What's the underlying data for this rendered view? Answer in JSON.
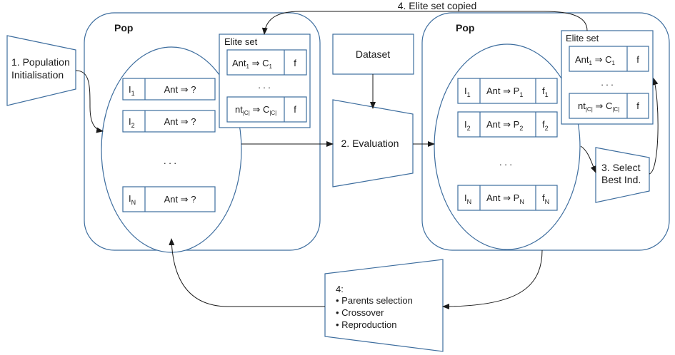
{
  "steps": {
    "init_line1": "1. Population",
    "init_line2": "Initialisation",
    "evaluation": "2. Evaluation",
    "select_line1": "3. Select",
    "select_line2": "Best Ind.",
    "elite_copied": "4. Elite set copied",
    "repro_title": "4:",
    "repro_items": [
      "Parents selection",
      "Crossover",
      "Reproduction"
    ]
  },
  "dataset": "Dataset",
  "left_pop": {
    "title": "Pop",
    "elite_title": "Elite set",
    "elite_rows": [
      {
        "ant": "Ant",
        "ant_sub": "1",
        "arrow": "⇒",
        "cls": "C",
        "cls_sub": "1",
        "f": "f"
      },
      {
        "ant": "nt",
        "ant_sub": "|C|",
        "arrow": "⇒",
        "cls": "C",
        "cls_sub": "|C|",
        "f": "f"
      }
    ],
    "elite_dots": ". . .",
    "individuals": [
      {
        "id": "I",
        "id_sub": "1",
        "rule": "Ant ⇒ ?"
      },
      {
        "id": "I",
        "id_sub": "2",
        "rule": "Ant ⇒ ?"
      },
      {
        "id": "I",
        "id_sub": "N",
        "rule": "Ant ⇒ ?"
      }
    ],
    "dots": ". . ."
  },
  "right_pop": {
    "title": "Pop",
    "elite_title": "Elite set",
    "elite_rows": [
      {
        "ant": "Ant",
        "ant_sub": "1",
        "arrow": "⇒",
        "cls": "C",
        "cls_sub": "1",
        "f": "f"
      },
      {
        "ant": "nt",
        "ant_sub": "|C|",
        "arrow": "⇒",
        "cls": "C",
        "cls_sub": "|C|",
        "f": "f"
      }
    ],
    "elite_dots": ". . .",
    "individuals": [
      {
        "id": "I",
        "id_sub": "1",
        "rule": "Ant ⇒ P",
        "rule_sub": "1",
        "f": "f",
        "f_sub": "1"
      },
      {
        "id": "I",
        "id_sub": "2",
        "rule": "Ant ⇒ P",
        "rule_sub": "2",
        "f": "f",
        "f_sub": "2"
      },
      {
        "id": "I",
        "id_sub": "N",
        "rule": "Ant ⇒ P",
        "rule_sub": "N",
        "f": "f",
        "f_sub": "N"
      }
    ],
    "dots": ". . ."
  },
  "colors": {
    "border": "#3d6d9e",
    "arrow": "#1a1a1a"
  }
}
